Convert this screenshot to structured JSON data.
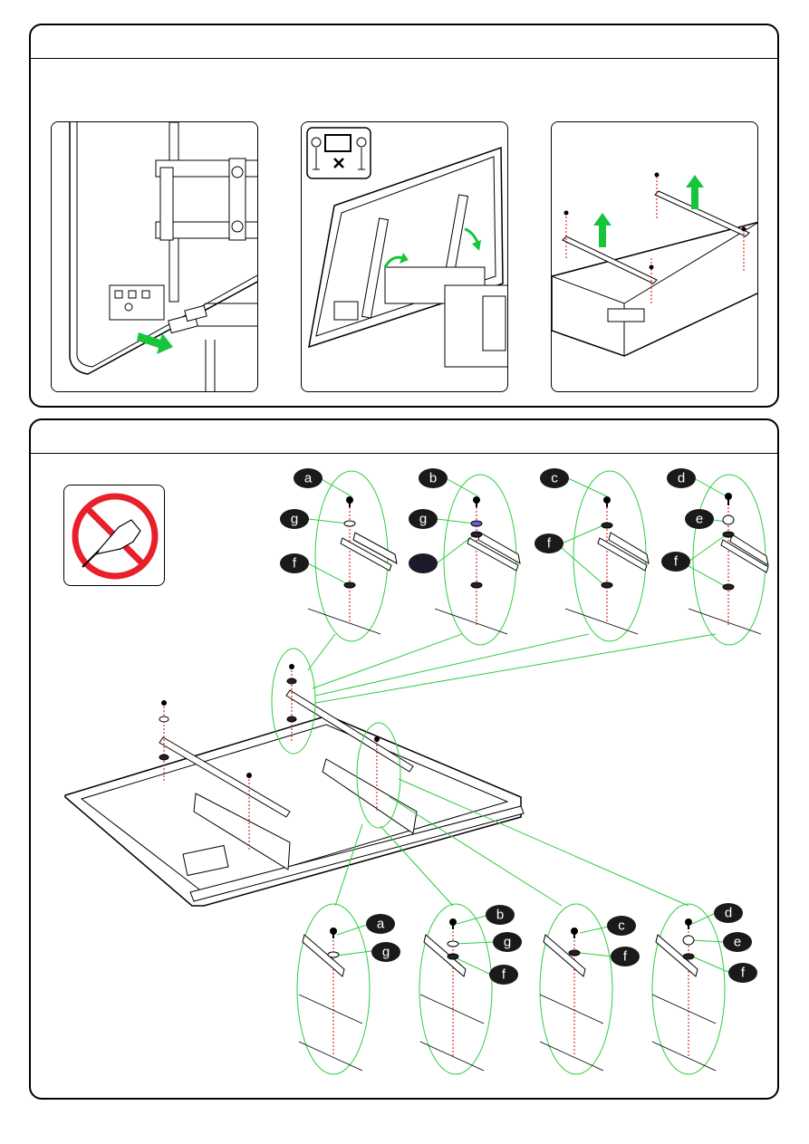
{
  "labels": {
    "top": [
      "a",
      "b",
      "c",
      "d"
    ],
    "top_left_side": [
      "g",
      "f"
    ],
    "top_b_side": [
      "g"
    ],
    "top_c_side": [
      "f"
    ],
    "top_d_side": [
      "e",
      "f"
    ],
    "bottom": [
      {
        "id": "a",
        "side": [
          "a",
          "g"
        ]
      },
      {
        "id": "b",
        "side": [
          "b",
          "g",
          "f"
        ]
      },
      {
        "id": "c",
        "side": [
          "c",
          "f"
        ]
      },
      {
        "id": "d",
        "side": [
          "d",
          "e",
          "f"
        ]
      }
    ]
  },
  "colors": {
    "arrow": "#18c43a",
    "guide": "#2ecc40",
    "screw_line": "#e00000",
    "prohibit": "#e8202a"
  },
  "icons": [
    "cable-disconnect-icon",
    "two-person-lift-icon",
    "remove-bracket-icon",
    "no-power-drill-icon"
  ]
}
